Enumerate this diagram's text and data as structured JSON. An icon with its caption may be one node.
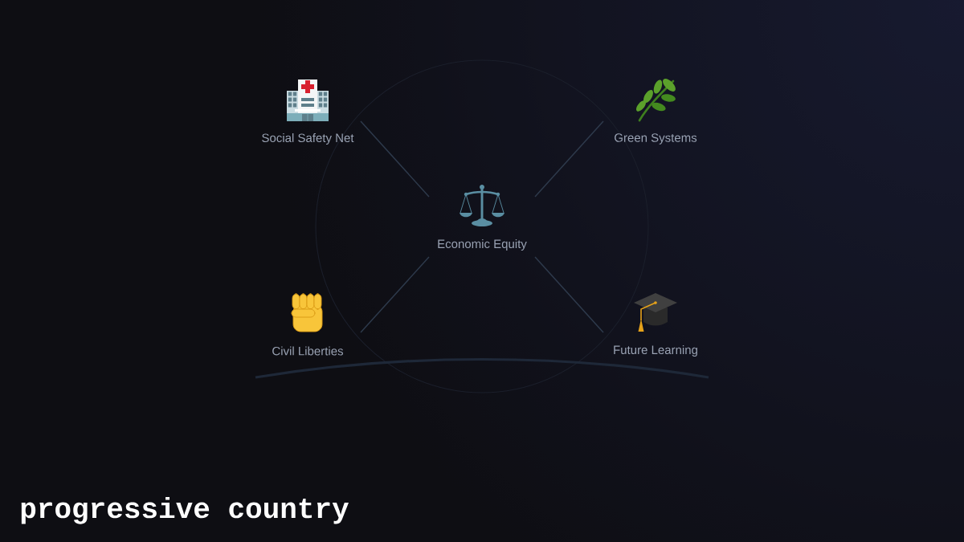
{
  "diagram": {
    "title": "progressive country",
    "nodes": [
      {
        "text": [
          "Social Safety Net"
        ]
      },
      {
        "text": [
          "Green Systems"
        ]
      },
      {
        "text": [
          "Economic Equity"
        ]
      },
      {
        "text": [
          "Civil Liberties"
        ]
      },
      {
        "text": [
          "Future Learning"
        ]
      }
    ],
    "edges": [
      {
        "from": 2,
        "to": 0,
        "arrow": "none"
      },
      {
        "from": 2,
        "to": 1,
        "arrow": "none"
      },
      {
        "from": 2,
        "to": 3,
        "arrow": "none"
      },
      {
        "from": 2,
        "to": 4,
        "arrow": "none"
      }
    ]
  }
}
